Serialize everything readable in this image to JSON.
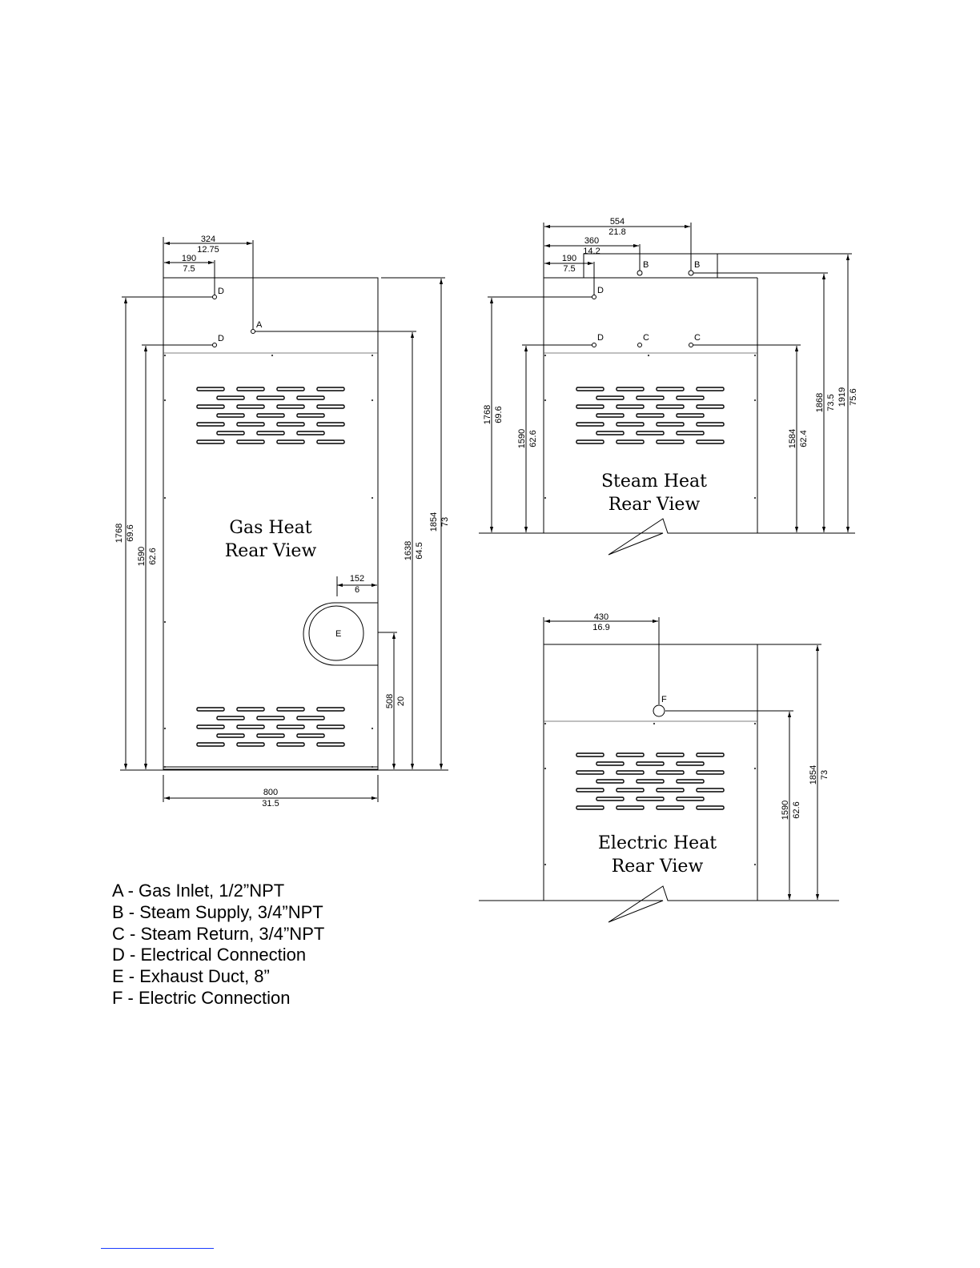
{
  "views": {
    "gas": {
      "title_line1": "Gas Heat",
      "title_line2": "Rear View",
      "labels": {
        "d_upper": "D",
        "a": "A",
        "d_lower": "D",
        "e": "E"
      },
      "dims": {
        "w324": "324",
        "w324_in": "12.75",
        "w190": "190",
        "w190_in": "7.5",
        "h1768": "1768",
        "h1768_in": "69.6",
        "h1590": "1590",
        "h1590_in": "62.6",
        "h1638": "1638",
        "h1638_in": "64.5",
        "h1854": "1854",
        "h1854_in": "73",
        "w152": "152",
        "w152_in": "6",
        "h508": "508",
        "h508_in": "20",
        "w800": "800",
        "w800_in": "31.5"
      }
    },
    "steam": {
      "title_line1": "Steam Heat",
      "title_line2": "Rear View",
      "labels": {
        "d_upper": "D",
        "b1": "B",
        "b2": "B",
        "d_lower": "D",
        "c1": "C",
        "c2": "C"
      },
      "dims": {
        "w554": "554",
        "w554_in": "21.8",
        "w360": "360",
        "w360_in": "14.2",
        "w190": "190",
        "w190_in": "7.5",
        "h1768": "1768",
        "h1768_in": "69.6",
        "h1590": "1590",
        "h1590_in": "62.6",
        "h1584": "1584",
        "h1584_in": "62.4",
        "h1868": "1868",
        "h1868_in": "73.5",
        "h1919": "1919",
        "h1919_in": "75.6"
      }
    },
    "electric": {
      "title_line1": "Electric Heat",
      "title_line2": "Rear View",
      "labels": {
        "f": "F"
      },
      "dims": {
        "w430": "430",
        "w430_in": "16.9",
        "h1590": "1590",
        "h1590_in": "62.6",
        "h1854": "1854",
        "h1854_in": "73"
      }
    }
  },
  "legend": [
    "A - Gas Inlet, 1/2”NPT",
    "B - Steam Supply, 3/4”NPT",
    "C - Steam Return, 3/4”NPT",
    "D - Electrical Connection",
    "E - Exhaust Duct, 8”",
    "F - Electric Connection"
  ],
  "colors": {
    "line": "#000000",
    "footer_rule": "#1a3cff"
  }
}
